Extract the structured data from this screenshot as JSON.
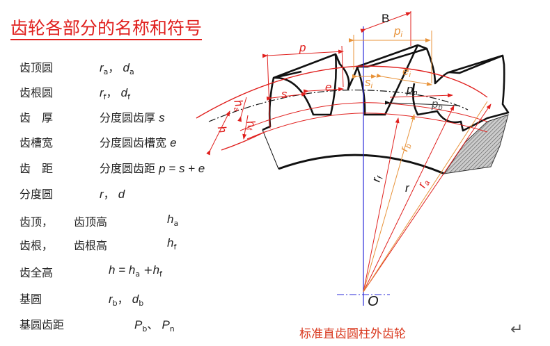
{
  "title": "齿轮各部分的名称和符号",
  "terms": [
    {
      "name": "齿顶圆",
      "sym": [
        [
          "r",
          "a"
        ],
        [
          "d",
          "a"
        ]
      ]
    },
    {
      "name": "齿根圆",
      "sym": [
        [
          "r",
          "f"
        ],
        [
          "d",
          "f"
        ]
      ]
    },
    {
      "name": "齿　厚",
      "desc": "分度圆齿厚",
      "expr": "s"
    },
    {
      "name": "齿槽宽",
      "desc": "分度圆齿槽宽",
      "expr": "e"
    },
    {
      "name": "齿　距",
      "desc": "分度圆齿距",
      "expr": "p = s + e"
    },
    {
      "name": "分度圆",
      "sym": [
        [
          "r",
          ""
        ],
        [
          "d",
          ""
        ]
      ]
    },
    {
      "name": "齿顶，",
      "name2": "齿顶高",
      "sym": [
        [
          "h",
          "a"
        ]
      ]
    },
    {
      "name": "齿根，",
      "name2": "齿根高",
      "sym": [
        [
          "h",
          "f"
        ]
      ]
    },
    {
      "name": "齿全高",
      "formula": {
        "lhs": "h = ",
        "a": "h",
        "as": "a",
        "plus": " +",
        "b": "h",
        "bs": "f"
      }
    },
    {
      "name": "基圆",
      "sym": [
        [
          "r",
          "b"
        ],
        [
          "d",
          "b"
        ]
      ]
    },
    {
      "name": "基圆齿距",
      "sym": [
        [
          "P",
          "b"
        ],
        [
          "P",
          "n"
        ]
      ],
      "sep": "、"
    }
  ],
  "diagram": {
    "labels": {
      "B": "B",
      "p": "p",
      "pi": "p",
      "pi_sub": "i",
      "ei": "e",
      "ei_sub": "i",
      "si": "s",
      "si_sub": "i",
      "s": "s",
      "e": "e",
      "pn": "p",
      "pn_sub": "n",
      "pb": "p",
      "pb_sub": "b",
      "ha": "h",
      "ha_sub": "a",
      "hf": "h",
      "hf_sub": "f",
      "h": "h",
      "rf": "r",
      "rf_sub": "f",
      "rb": "r",
      "rb_sub": "b",
      "r": "r",
      "ra": "r",
      "ra_sub": "a",
      "O": "O"
    },
    "colors": {
      "red": "#e0201e",
      "orange": "#e8933a",
      "blue": "#2a2ad8",
      "black": "#111"
    }
  },
  "caption": "标准直齿圆柱外齿轮",
  "return_icon": "↵"
}
